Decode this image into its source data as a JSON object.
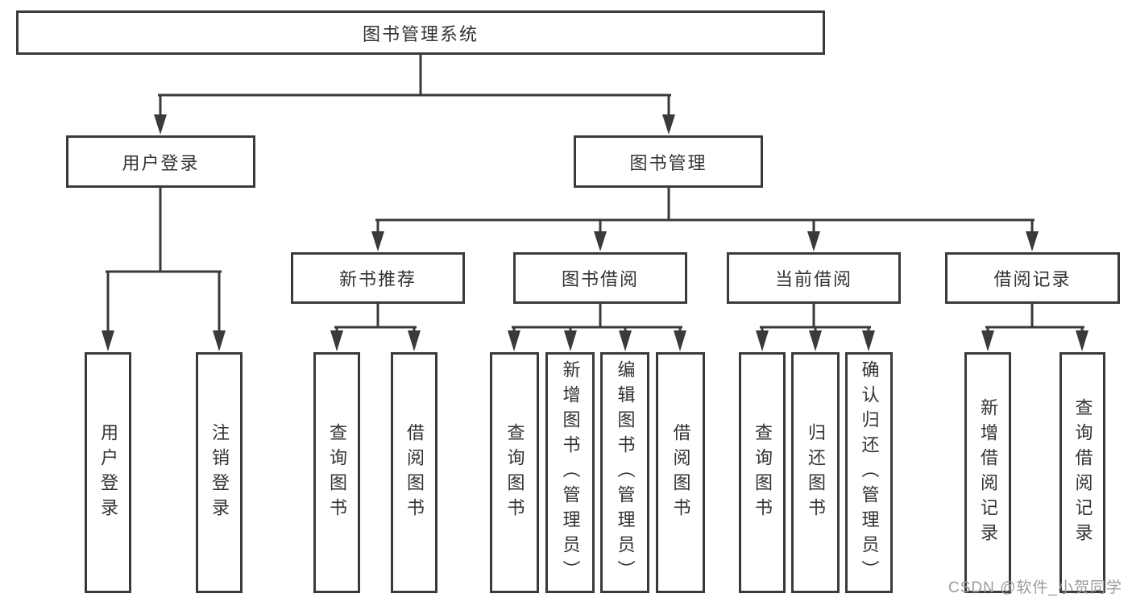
{
  "nodes": {
    "root": "图书管理系统",
    "user_login": "用户登录",
    "book_mgmt": "图书管理",
    "new_book": "新书推荐",
    "book_borrow": "图书借阅",
    "current_borrow": "当前借阅",
    "borrow_record": "借阅记录",
    "ul_login": "用户登录",
    "ul_logout": "注销登录",
    "nb_query": "查询图书",
    "nb_borrow": "借阅图书",
    "bb_query": "查询图书",
    "bb_add": "新增图书（管理员）",
    "bb_edit": "编辑图书（管理员）",
    "bb_borrow": "借阅图书",
    "cb_query": "查询图书",
    "cb_return": "归还图书",
    "cb_confirm": "确认归还（管理员）",
    "br_add": "新增借阅记录",
    "br_query": "查询借阅记录"
  },
  "hierarchy": {
    "图书管理系统": {
      "用户登录": [
        "用户登录",
        "注销登录"
      ],
      "图书管理": {
        "新书推荐": [
          "查询图书",
          "借阅图书"
        ],
        "图书借阅": [
          "查询图书",
          "新增图书（管理员）",
          "编辑图书（管理员）",
          "借阅图书"
        ],
        "当前借阅": [
          "查询图书",
          "归还图书",
          "确认归还（管理员）"
        ],
        "借阅记录": [
          "新增借阅记录",
          "查询借阅记录"
        ]
      }
    }
  },
  "watermark": {
    "text": "CSDN @软件_小贺同学"
  },
  "colors": {
    "line": "#3a3a3a",
    "text": "#333333",
    "background": "#ffffff",
    "watermark": "#9b9b9b"
  }
}
